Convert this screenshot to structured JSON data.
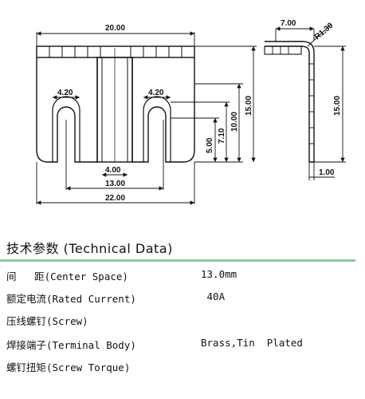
{
  "drawing": {
    "front_view": {
      "dim_top_width": "20.00",
      "dim_bottom_width": "22.00",
      "dim_slot_left": "4.20",
      "dim_slot_right": "4.20",
      "dim_center_tab": "4.00",
      "dim_center_spacing": "13.00",
      "dim_height_5": "5.00",
      "dim_height_7": "7.10",
      "dim_height_10": "10.00",
      "dim_height_15": "15.00"
    },
    "side_view": {
      "dim_flange": "7.00",
      "dim_radius": "R1.30",
      "dim_height": "15.00",
      "dim_thickness": "1.00"
    }
  },
  "specs": {
    "title": "技术参数 (Technical Data)",
    "rows": [
      {
        "label": "间   距(Center Space)",
        "value": "13.0mm"
      },
      {
        "label": "额定电流(Rated Current)",
        "value": " 40A"
      },
      {
        "label": "压线螺钉(Screw)",
        "value": ""
      },
      {
        "label": "焊接端子(Terminal Body)",
        "value": "Brass,Tin  Plated"
      },
      {
        "label": "螺钉扭矩(Screw Torque)",
        "value": ""
      }
    ]
  }
}
